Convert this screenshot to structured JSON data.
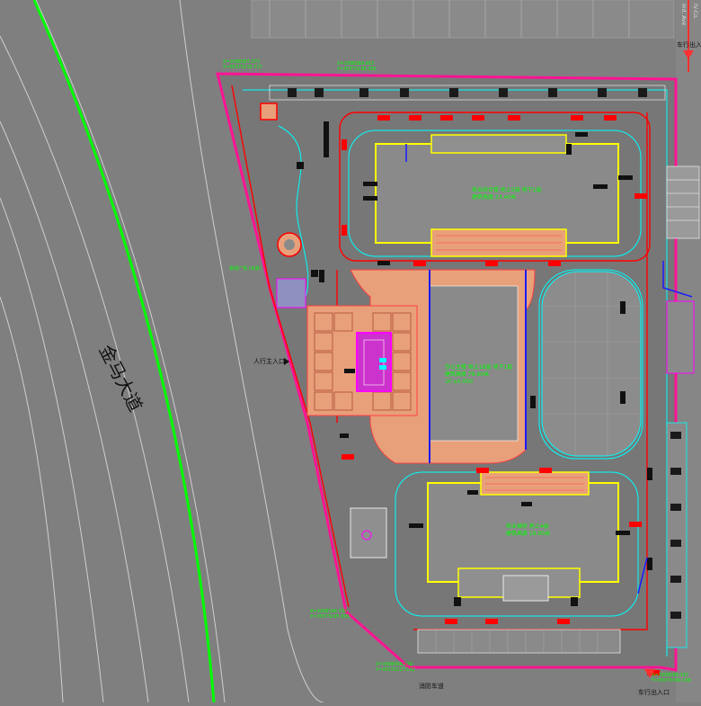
{
  "road_name": "金马大道",
  "labels": {
    "vehicle_entrance_top": "车行出入口",
    "vehicle_entrance_bottom": "车行出入口",
    "pedestrian_entrance": "人行主入口",
    "fire_lane": "消防车道",
    "plaza_note": "景观广场 (水景)",
    "top_right_street": "Ind. Ave",
    "top_right_street2": "IV-Co."
  },
  "coordinates": {
    "c1": "X=3398387.272",
    "c1b": "Y=35375132.717",
    "c2": "X=3398389.852",
    "c2b": "Y=35375158.363",
    "c3": "X=3398104.730",
    "c3b": "Y=35375195.933",
    "c4": "X=3398064.276",
    "c4b": "Y=35375217.532",
    "c5": "X=3398099.197",
    "c5b": "Y=35375340.108"
  },
  "buildings": [
    {
      "note1": "商业综合楼 地上5层 地下1层",
      "note2": "建筑高度 23.40米"
    },
    {
      "note1": "办公主楼 地上18层 地下1层",
      "note2": "建筑高度 78.60米",
      "note3": "1F:±0.000"
    },
    {
      "note1": "商业裙房 地上4层",
      "note2": "建筑高度 18.90米"
    }
  ],
  "colors": {
    "background": "#7f7f7f",
    "boundary": "#ff1493",
    "road_green": "#00ff00",
    "fire_red": "#ff0000",
    "building_yellow": "#ffff00",
    "cyan": "#00ffff",
    "plaza": "#e8a07a",
    "blue": "#1a1aff",
    "note_green": "#00ff00"
  }
}
